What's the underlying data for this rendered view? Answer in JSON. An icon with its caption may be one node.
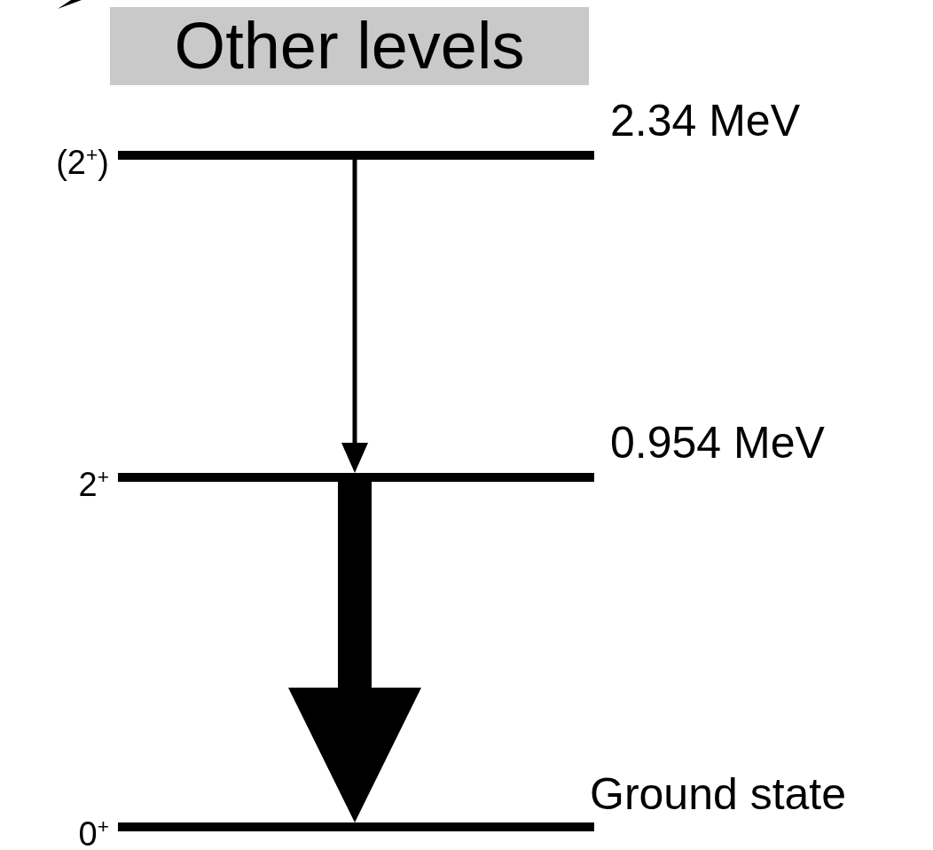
{
  "diagram": {
    "nodes": [
      {
        "text": [
          "Other levels"
        ]
      },
      {
        "text": [
          "2.34 MeV"
        ],
        "beside": [
          "(2$^{+}$)"
        ]
      },
      {
        "text": [
          "0.954 MeV"
        ],
        "beside": [
          "2$^{+}$"
        ]
      },
      {
        "text": [
          "Ground state"
        ],
        "beside": [
          "0$^{+}$"
        ]
      }
    ],
    "edges": [
      {
        "from": 1,
        "to": 2,
        "arrow": "to"
      },
      {
        "from": 2,
        "to": 3,
        "arrow": "to",
        "style": "thick"
      }
    ]
  }
}
